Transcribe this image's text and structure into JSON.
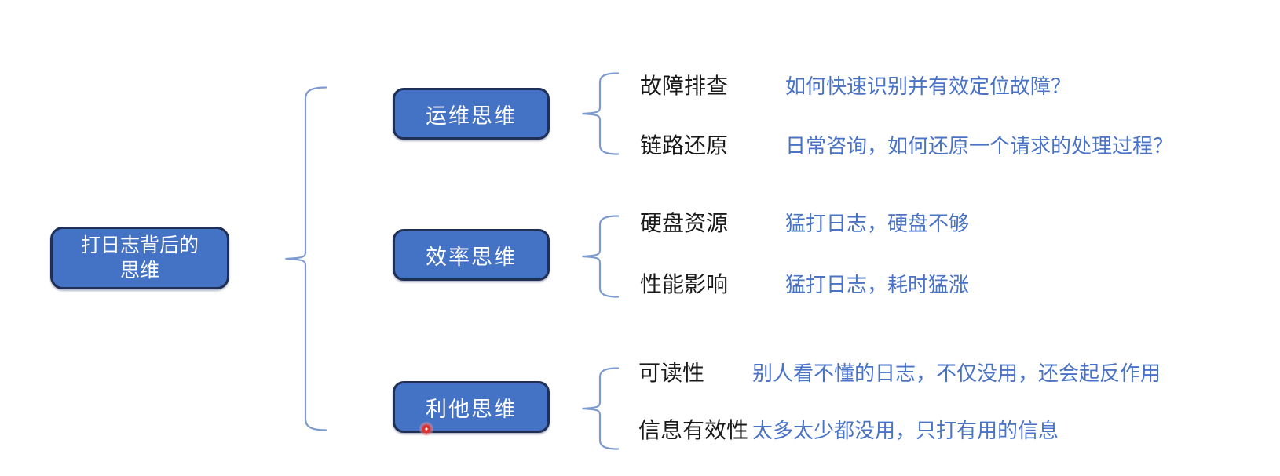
{
  "root": {
    "label": "打日志背后的\n思维"
  },
  "branches": [
    {
      "label": "运维思维",
      "items": [
        {
          "term": "故障排查",
          "desc": "如何快速识别并有效定位故障？"
        },
        {
          "term": "链路还原",
          "desc": "日常咨询，如何还原一个请求的处理过程？"
        }
      ]
    },
    {
      "label": "效率思维",
      "items": [
        {
          "term": "硬盘资源",
          "desc": "猛打日志，硬盘不够"
        },
        {
          "term": "性能影响",
          "desc": "猛打日志，耗时猛涨"
        }
      ]
    },
    {
      "label": "利他思维",
      "items": [
        {
          "term": "可读性",
          "desc": "别人看不懂的日志，不仅没用，还会起反作用"
        },
        {
          "term": "信息有效性",
          "desc": "太多太少都没用，只打有用的信息"
        }
      ]
    }
  ],
  "colors": {
    "node_fill": "#4472c4",
    "node_border": "#1f2f55",
    "brace": "#7e9bd0",
    "term_text": "#1a1a1a",
    "desc_text": "#4a73c6",
    "cursor": "#e03131"
  }
}
